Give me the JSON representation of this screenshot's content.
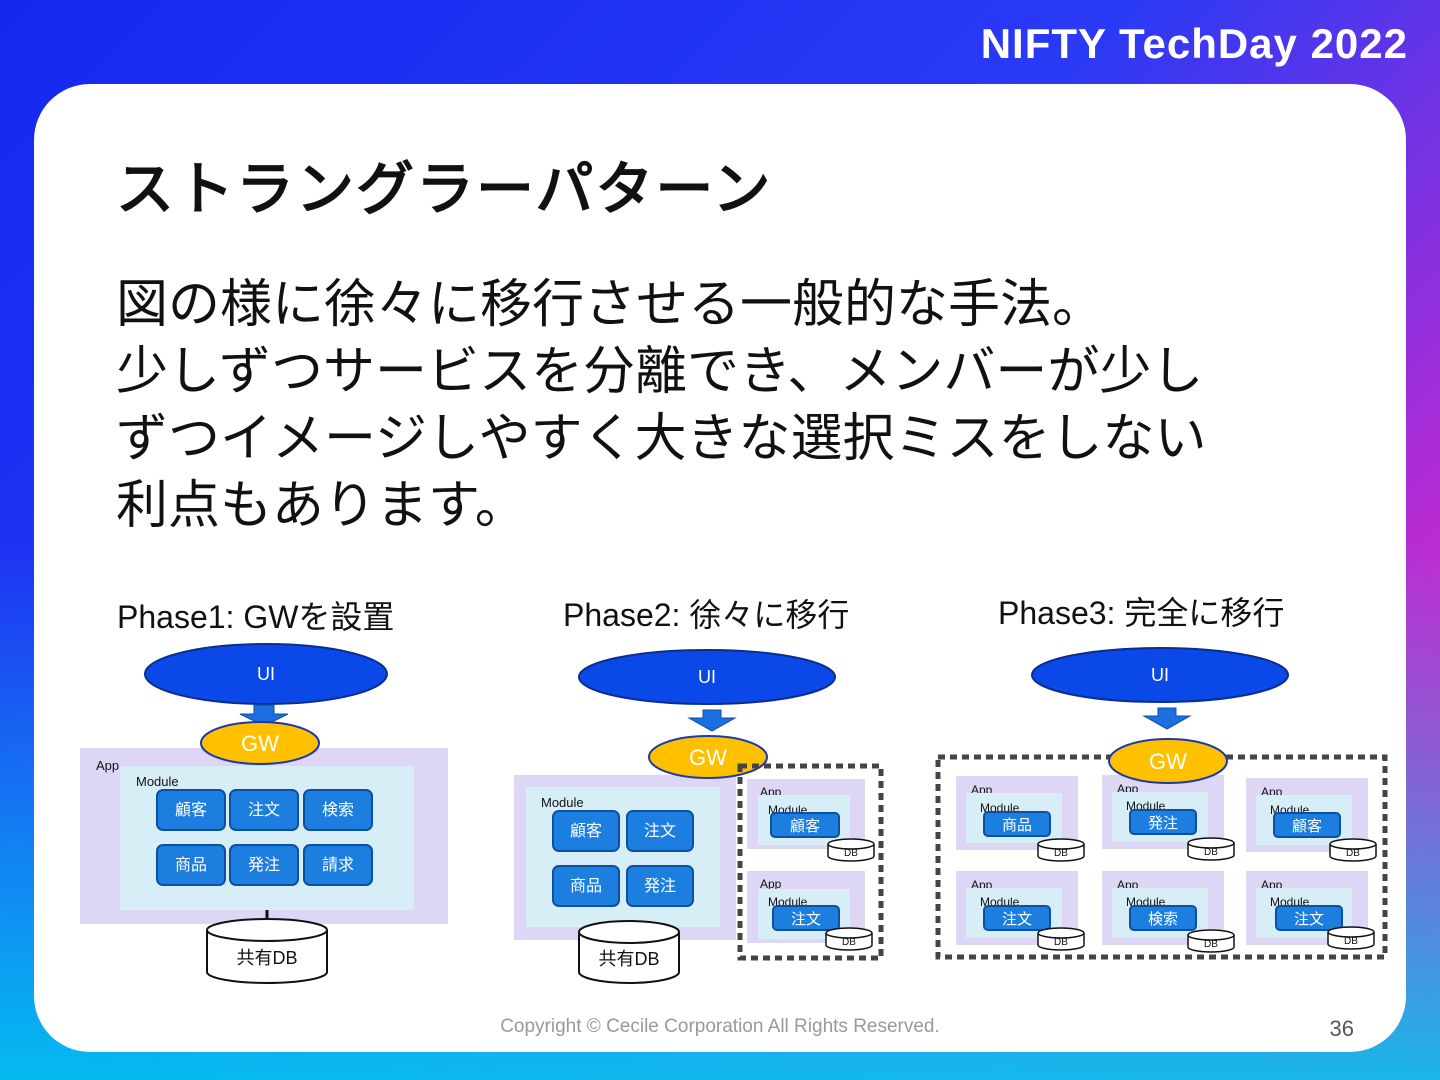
{
  "brand": "NIFTY TechDay 2022",
  "title": "ストラングラーパターン",
  "body_lines": [
    "図の様に徐々に移行させる一般的な手法。",
    "少しずつサービスを分離でき、メンバーが少し",
    "ずつイメージしやすく大きな選択ミスをしない",
    "利点もあります。"
  ],
  "phases": [
    {
      "label": "Phase1: GWを設置",
      "ui": "UI",
      "gw": "GW",
      "app": "App",
      "module": "Module",
      "modules": [
        "顧客",
        "注文",
        "検索",
        "商品",
        "発注",
        "請求"
      ],
      "db": "共有DB"
    },
    {
      "label": "Phase2: 徐々に移行",
      "ui": "UI",
      "gw": "GW",
      "module": "Module",
      "modules": [
        "顧客",
        "注文",
        "商品",
        "発注"
      ],
      "db": "共有DB",
      "services": [
        {
          "app": "App",
          "module": "Module",
          "name": "顧客",
          "db": "DB"
        },
        {
          "app": "App",
          "module": "Module",
          "name": "注文",
          "db": "DB"
        }
      ]
    },
    {
      "label": "Phase3: 完全に移行",
      "ui": "UI",
      "gw": "GW",
      "services": [
        {
          "app": "App",
          "module": "Module",
          "name": "商品",
          "db": "DB"
        },
        {
          "app": "App",
          "module": "Module",
          "name": "発注",
          "db": "DB"
        },
        {
          "app": "App",
          "module": "Module",
          "name": "顧客",
          "db": "DB"
        },
        {
          "app": "App",
          "module": "Module",
          "name": "注文",
          "db": "DB"
        },
        {
          "app": "App",
          "module": "Module",
          "name": "検索",
          "db": "DB"
        },
        {
          "app": "App",
          "module": "Module",
          "name": "注文",
          "db": "DB"
        }
      ]
    }
  ],
  "footer": "Copyright © Cecile Corporation All Rights Reserved.",
  "page_number": "36",
  "colors": {
    "ui_fill": "#0a48e8",
    "gw_fill": "#ffc000",
    "app_fill": "#ddd6f5",
    "module_fill": "#d8eef6",
    "service_fill": "#1c7fe0"
  }
}
